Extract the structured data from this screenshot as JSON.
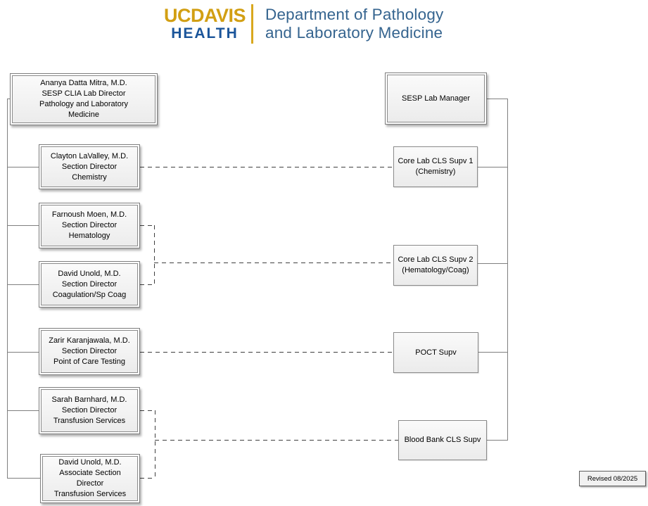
{
  "header": {
    "logo_uc": "UC",
    "logo_davis": "DAVIS",
    "logo_health": "HEALTH",
    "title": "Department of Pathology\nand Laboratory Medicine"
  },
  "boxes": {
    "director": "Ananya Datta Mitra, M.D.\nSESP CLIA Lab Director\nPathology and Laboratory\nMedicine",
    "chemistry": "Clayton LaValley, M.D.\nSection Director\nChemistry",
    "hematology": "Farnoush Moen, M.D.\nSection Director\nHematology",
    "coagulation": "David Unold, M.D.\nSection Director\nCoagulation/Sp Coag",
    "poct": "Zarir Karanjawala, M.D.\nSection Director\nPoint of Care Testing",
    "transfusion": "Sarah Barnhard, M.D.\nSection Director\nTransfusion Services",
    "transfusion_assoc": "David Unold, M.D.\nAssociate Section\nDirector\nTransfusion Services",
    "sesp_manager": "SESP Lab Manager",
    "core_lab_supv1": "Core Lab CLS Supv 1\n(Chemistry)",
    "core_lab_supv2": "Core Lab CLS Supv 2\n(Hematology/Coag)",
    "poct_supv": "POCT Supv",
    "blood_bank_supv": "Blood Bank CLS Supv"
  },
  "revised_label": "Revised 08/2025",
  "colors": {
    "logo_gold": "#D29F13",
    "logo_blue": "#1B559A",
    "title_blue": "#35648F",
    "solid_line": "#7f7f7f",
    "dashed_line": "#3f3f3f",
    "node_border": "#8a8a8a",
    "node_fill": "#f1f1f1"
  }
}
